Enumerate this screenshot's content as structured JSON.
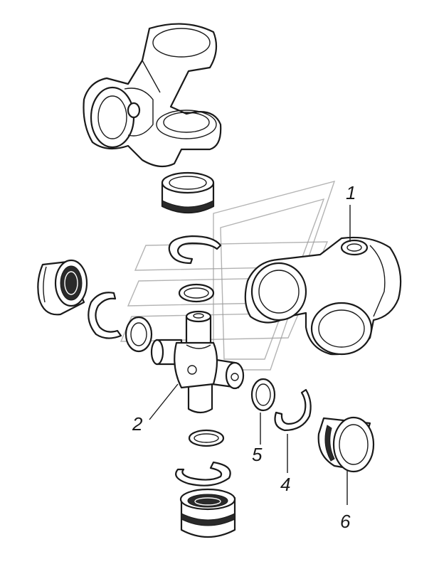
{
  "callouts": [
    {
      "id": "yoke",
      "label": "1"
    },
    {
      "id": "cross",
      "label": "2"
    },
    {
      "id": "seal",
      "label": "5"
    },
    {
      "id": "retaining-ring",
      "label": "4"
    },
    {
      "id": "bearing-cup",
      "label": "6"
    }
  ]
}
